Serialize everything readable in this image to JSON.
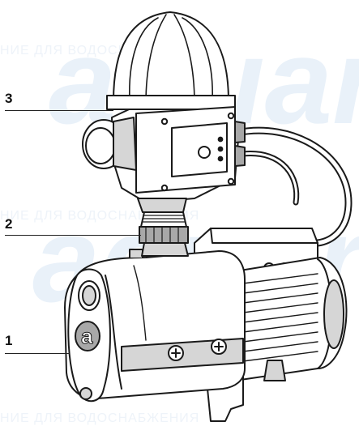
{
  "watermark": {
    "brand": "aquario",
    "caption": "НИЕ ДЛЯ ВОДОСНАБЖЕНИЯ"
  },
  "callouts": [
    {
      "number": "3",
      "part": "pressure switch / controller"
    },
    {
      "number": "2",
      "part": "threaded connector"
    },
    {
      "number": "1",
      "part": "pump housing"
    }
  ],
  "colors": {
    "outline": "#1a1a1a",
    "body": "#ffffff",
    "shade": "#d6d6d6",
    "shade_dark": "#a8a8a8",
    "watermark": "#e9f1f9"
  }
}
